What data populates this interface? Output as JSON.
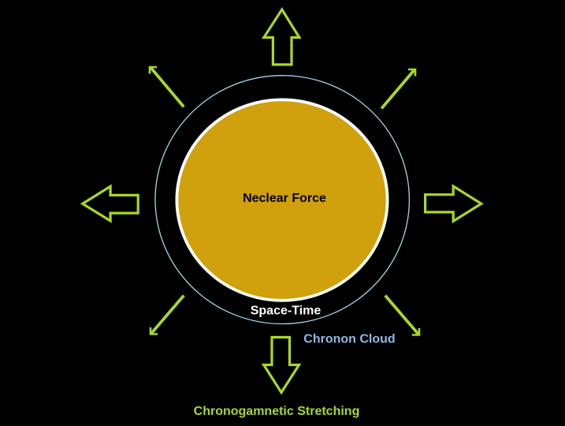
{
  "diagram": {
    "labels": {
      "core": "Neclear Force",
      "ring": "Space-Time",
      "cloud": "Chronon Cloud",
      "caption": "Chronogamnetic Stretching"
    },
    "colors": {
      "background": "#000000",
      "core_fill": "#d0a00d",
      "core_outline": "#ffffff",
      "ring_outline": "#a5d5e8",
      "arrow_green": "#a8d828",
      "core_label": "#000000",
      "ring_label": "#ffffff",
      "cloud_label": "#8db9e2",
      "caption_label": "#a8d828"
    }
  }
}
